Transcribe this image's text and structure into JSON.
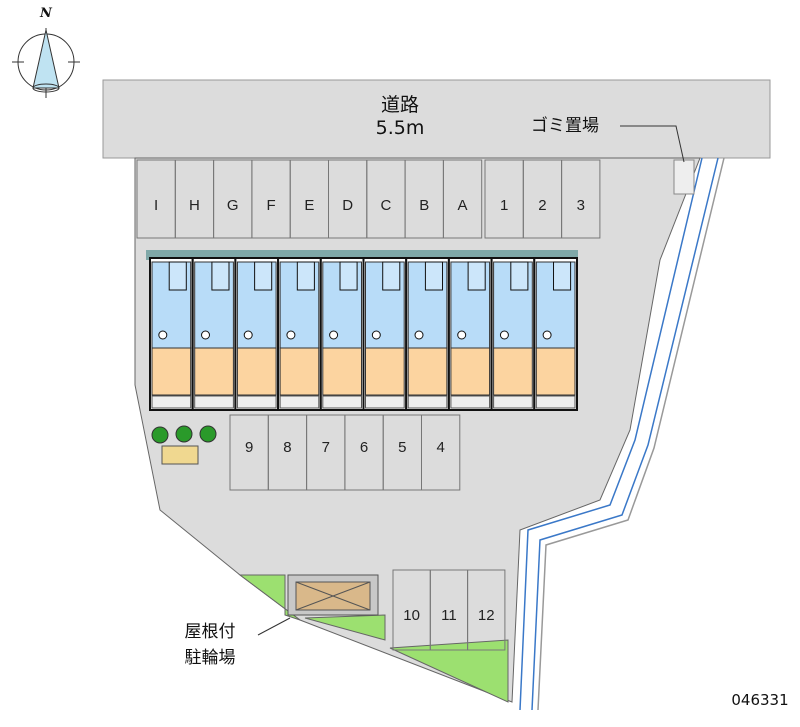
{
  "north_label": "N",
  "road": {
    "name": "道路",
    "width": "5.5m"
  },
  "garbage_label": "ゴミ置場",
  "bike_label": [
    "屋根付",
    "駐輪場"
  ],
  "parking_top_letters": [
    "I",
    "H",
    "G",
    "F",
    "E",
    "D",
    "C",
    "B",
    "A"
  ],
  "parking_top_numbers": [
    "1",
    "2",
    "3"
  ],
  "parking_middle": [
    "9",
    "8",
    "7",
    "6",
    "5",
    "4"
  ],
  "parking_bottom": [
    "10",
    "11",
    "12"
  ],
  "unit_count": 10,
  "code": "046331",
  "colors": {
    "ground": "#dcdcdc",
    "road": "#dcdcdc",
    "room_blue": "#b8dcf8",
    "room_orange": "#fcd4a0",
    "green": "#9ce070",
    "water": "#3a78c8"
  }
}
